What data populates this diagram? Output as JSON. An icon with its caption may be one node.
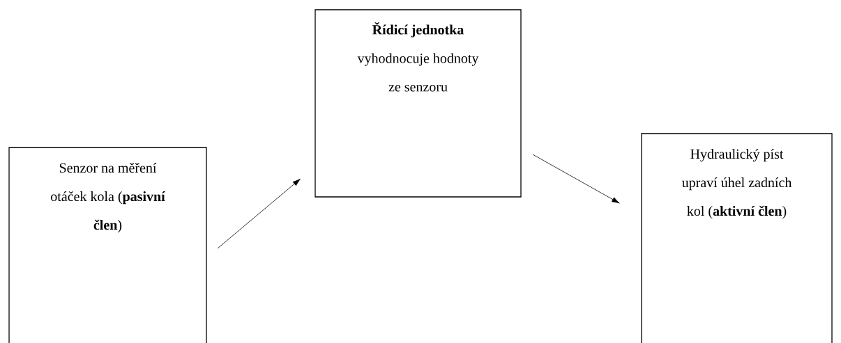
{
  "diagram": {
    "nodes": [
      {
        "text": [
          "Senzor na měření otáček kola (**pasivní člen**)"
        ]
      },
      {
        "text": [
          "Řídicí jednotka",
          "vyhodnocuje hodnoty ze senzoru"
        ]
      },
      {
        "text": [
          "Hydraulický píst upraví úhel zadních kol (**aktivní člen**)"
        ]
      }
    ],
    "edges": [
      {
        "from": 0,
        "to": 1,
        "arrow": "to"
      },
      {
        "from": 1,
        "to": 2,
        "arrow": "to"
      }
    ]
  }
}
